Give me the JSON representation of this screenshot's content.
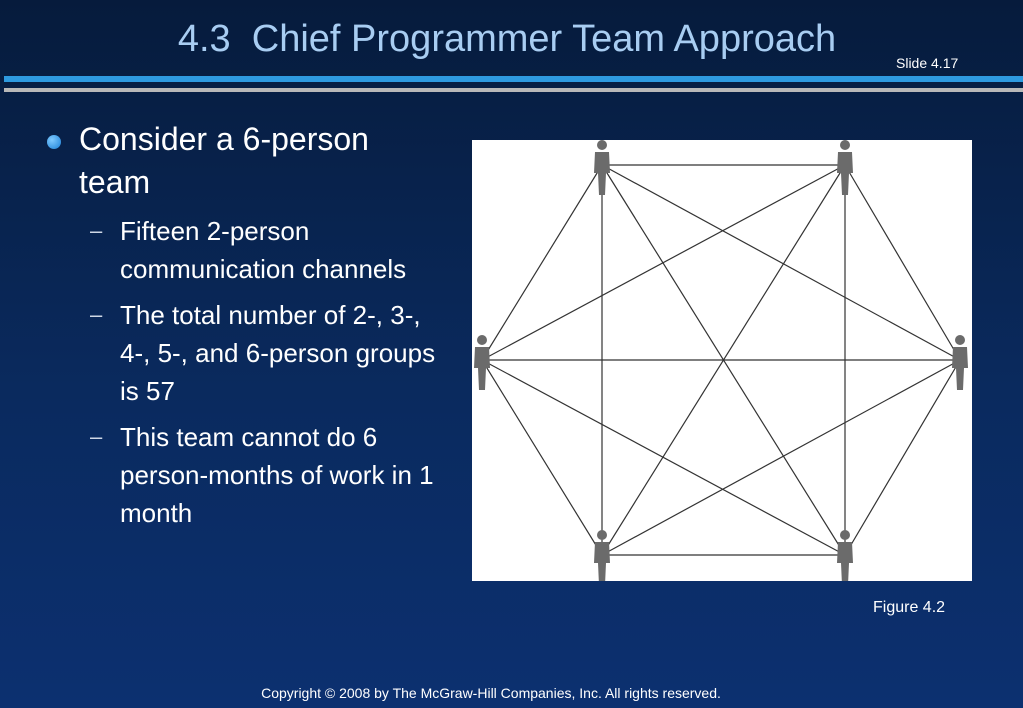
{
  "slide": {
    "title": "4.3  Chief Programmer Team Approach",
    "slide_number": "Slide 4.17",
    "bullets": [
      {
        "text": "Consider a 6-person team",
        "sub": [
          "Fifteen 2-person communication channels",
          "The total number of 2-, 3-, 4-, 5-, and 6-person groups is 57",
          "This team cannot do 6 person-months of work in 1 month"
        ]
      }
    ],
    "figure_caption": "Figure 4.2",
    "copyright": "Copyright © 2008 by The McGraw-Hill Companies, Inc.  All rights reserved."
  },
  "figure": {
    "people_count": 6,
    "icon": "person-icon",
    "line_color": "#333333",
    "person_color": "#6b6b6b"
  },
  "colors": {
    "title": "#a8cdf2",
    "accent_bar": "#2e9ae0",
    "divider": "#b8b8b8",
    "bullet": "#1a7fd6"
  }
}
